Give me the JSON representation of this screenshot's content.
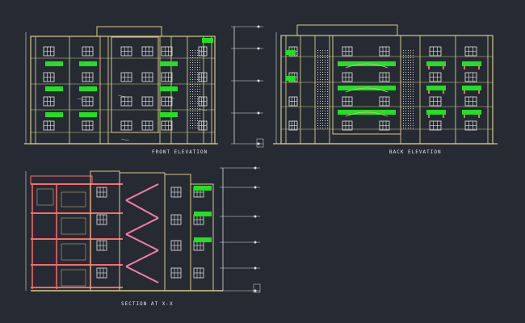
{
  "colors": {
    "background": "#262b33",
    "wall": "#d8c98a",
    "window": "#e8e8e8",
    "balcony": "#22e022",
    "section_cut": "#ff6a6a",
    "stair": "#ff7aa8",
    "dim_line": "#e0e0e0",
    "pier_hatch": "#cfcfcf"
  },
  "drawings": {
    "front_elevation": {
      "title": "FRONT ELEVATION",
      "floors": 4
    },
    "back_elevation": {
      "title": "BACK ELEVATION",
      "floors": 4
    },
    "section": {
      "title": "SECTION AT X-X",
      "floors": 4
    }
  }
}
